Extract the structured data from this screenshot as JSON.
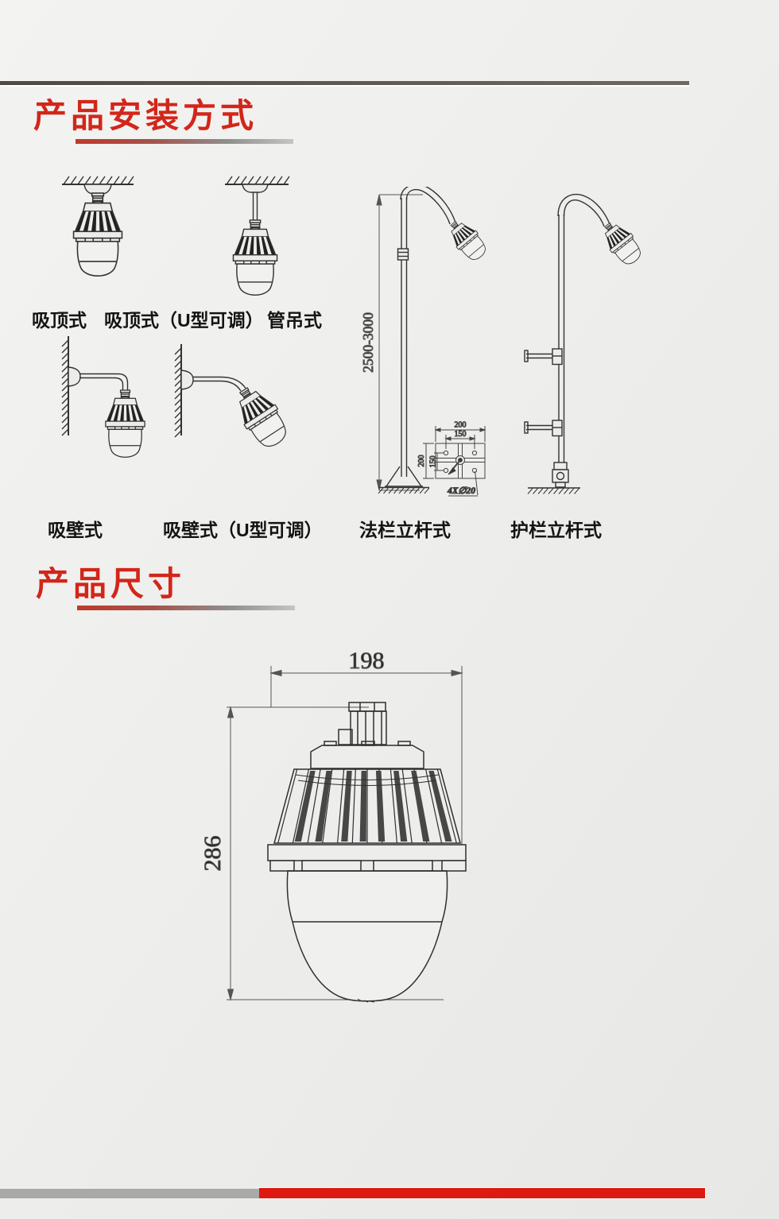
{
  "sections": {
    "install": {
      "title": "产品安装方式"
    },
    "size": {
      "title": "产品尺寸"
    }
  },
  "install_labels": {
    "ceiling": "吸顶式",
    "ceiling_u": "吸顶式（U型可调）",
    "pipe": "管吊式",
    "wall": "吸壁式",
    "wall_u": "吸壁式（U型可调）",
    "flange_pole": "法栏立杆式",
    "guard_pole": "护栏立杆式"
  },
  "dims": {
    "lamp_width": "198",
    "lamp_height": "286",
    "pole_height_range": "2500-3000",
    "flange_width_outer": "200",
    "flange_width_holes": "150",
    "flange_height_outer": "200",
    "flange_height_holes": "150",
    "flange_hole_spec": "4X∅20"
  },
  "colors": {
    "accent_red": "#d2261a",
    "rule_gray": "#5b554f",
    "footer_gray": "#a9a9a9",
    "footer_red": "#dc1a12",
    "line_color": "#333333"
  }
}
